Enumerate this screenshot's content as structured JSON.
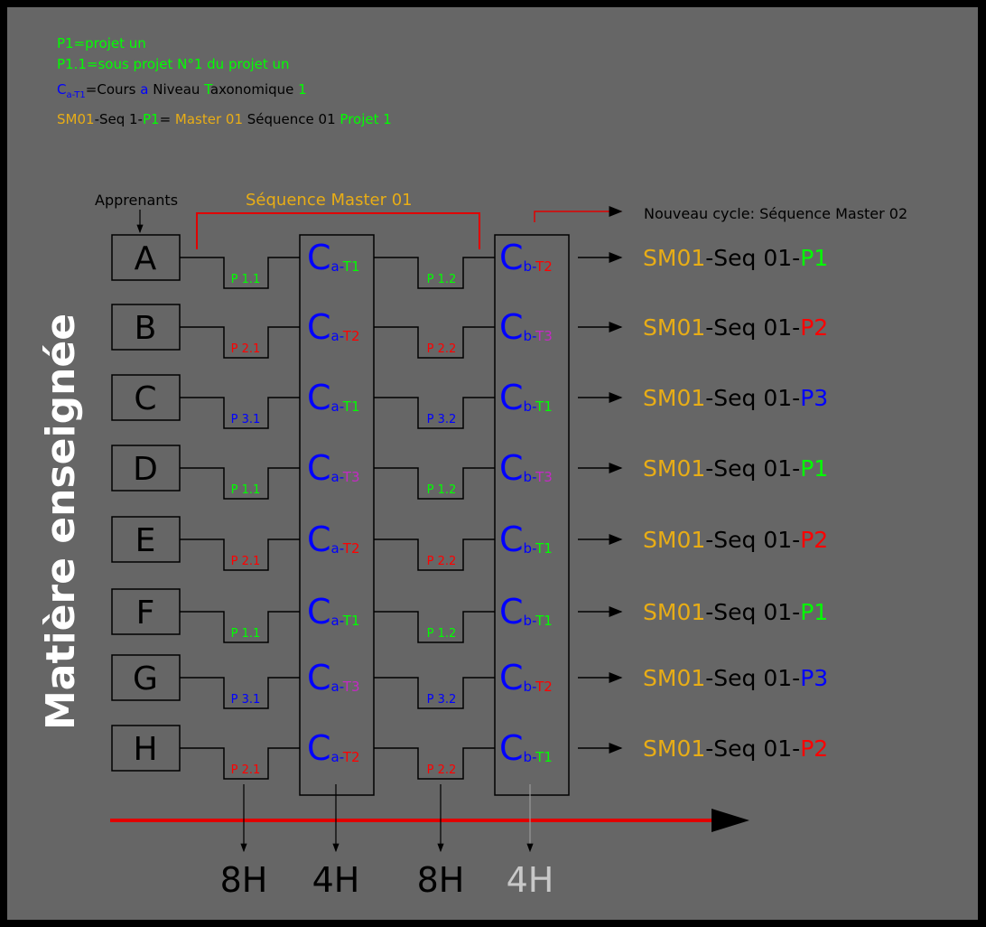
{
  "colors": {
    "bg": "#666666",
    "border": "#000000",
    "green": "#00ff00",
    "orange": "#e8ad16",
    "blue": "#0000ff",
    "red": "#ff0000",
    "magenta": "#c42ac4",
    "black": "#000000",
    "white": "#ffffff",
    "grey": "#c8c8c8",
    "bracket": "#e00000",
    "timeline": "#e00000"
  },
  "legend": {
    "line1": "P1=projet un",
    "line2": "P1.1=sous projet N°1 du projet un",
    "line3": {
      "c": "C",
      "sub": "a-T1",
      "text1": "=Cours ",
      "a": "a",
      "text2": " Niveau ",
      "t": "T",
      "text3": "axonomique ",
      "one": "1"
    },
    "line4": {
      "sm": "SM01",
      "seq": "-Seq 1-",
      "p": "P1",
      "eq": "= ",
      "master": "Master 01",
      "sequence": " Séquence 01 ",
      "projet": "Projet 1"
    }
  },
  "header": {
    "learners_label": "Apprenants",
    "sequence_label": "Séquence Master 01",
    "next_cycle_label": "Nouveau cycle: Séquence Master 02"
  },
  "side_title": "Matière enseignée",
  "rows": [
    {
      "letter": "A",
      "p1": "P 1.1",
      "p1c": "green",
      "ca": "T1",
      "cac": "green",
      "p2": "P 1.2",
      "p2c": "green",
      "cb": "T2",
      "cbc": "red",
      "out_sm": "SM01",
      "out_seq": "-Seq 01-",
      "out_p": "P1",
      "out_pc": "green"
    },
    {
      "letter": "B",
      "p1": "P 2.1",
      "p1c": "red",
      "ca": "T2",
      "cac": "red",
      "p2": "P 2.2",
      "p2c": "red",
      "cb": "T3",
      "cbc": "magenta",
      "out_sm": "SM01",
      "out_seq": "-Seq 01-",
      "out_p": "P2",
      "out_pc": "red"
    },
    {
      "letter": "C",
      "p1": "P 3.1",
      "p1c": "blue",
      "ca": "T1",
      "cac": "green",
      "p2": "P 3.2",
      "p2c": "blue",
      "cb": "T1",
      "cbc": "green",
      "out_sm": "SM01",
      "out_seq": "-Seq 01-",
      "out_p": "P3",
      "out_pc": "blue"
    },
    {
      "letter": "D",
      "p1": "P 1.1",
      "p1c": "green",
      "ca": "T3",
      "cac": "magenta",
      "p2": "P 1.2",
      "p2c": "green",
      "cb": "T3",
      "cbc": "magenta",
      "out_sm": "SM01",
      "out_seq": "-Seq 01-",
      "out_p": "P1",
      "out_pc": "green"
    },
    {
      "letter": "E",
      "p1": "P 2.1",
      "p1c": "red",
      "ca": "T2",
      "cac": "red",
      "p2": "P 2.2",
      "p2c": "red",
      "cb": "T1",
      "cbc": "green",
      "out_sm": "SM01",
      "out_seq": "-Seq 01-",
      "out_p": "P2",
      "out_pc": "red"
    },
    {
      "letter": "F",
      "p1": "P 1.1",
      "p1c": "green",
      "ca": "T1",
      "cac": "green",
      "p2": "P 1.2",
      "p2c": "green",
      "cb": "T1",
      "cbc": "green",
      "out_sm": "SM01",
      "out_seq": "-Seq 01-",
      "out_p": "P1",
      "out_pc": "green"
    },
    {
      "letter": "G",
      "p1": "P 3.1",
      "p1c": "blue",
      "ca": "T3",
      "cac": "magenta",
      "p2": "P 3.2",
      "p2c": "blue",
      "cb": "T2",
      "cbc": "red",
      "out_sm": "SM01",
      "out_seq": "-Seq 01-",
      "out_p": "P3",
      "out_pc": "blue"
    },
    {
      "letter": "H",
      "p1": "P 2.1",
      "p1c": "red",
      "ca": "T2",
      "cac": "red",
      "p2": "P 2.2",
      "p2c": "red",
      "cb": "T1",
      "cbc": "green",
      "out_sm": "SM01",
      "out_seq": "-Seq 01-",
      "out_p": "P2",
      "out_pc": "red"
    }
  ],
  "course_prefix": {
    "c": "C",
    "a": "a-",
    "b": "b-"
  },
  "durations": [
    {
      "label": "8H",
      "color": "black"
    },
    {
      "label": "4H",
      "color": "black"
    },
    {
      "label": "8H",
      "color": "black"
    },
    {
      "label": "4H",
      "color": "grey"
    }
  ]
}
